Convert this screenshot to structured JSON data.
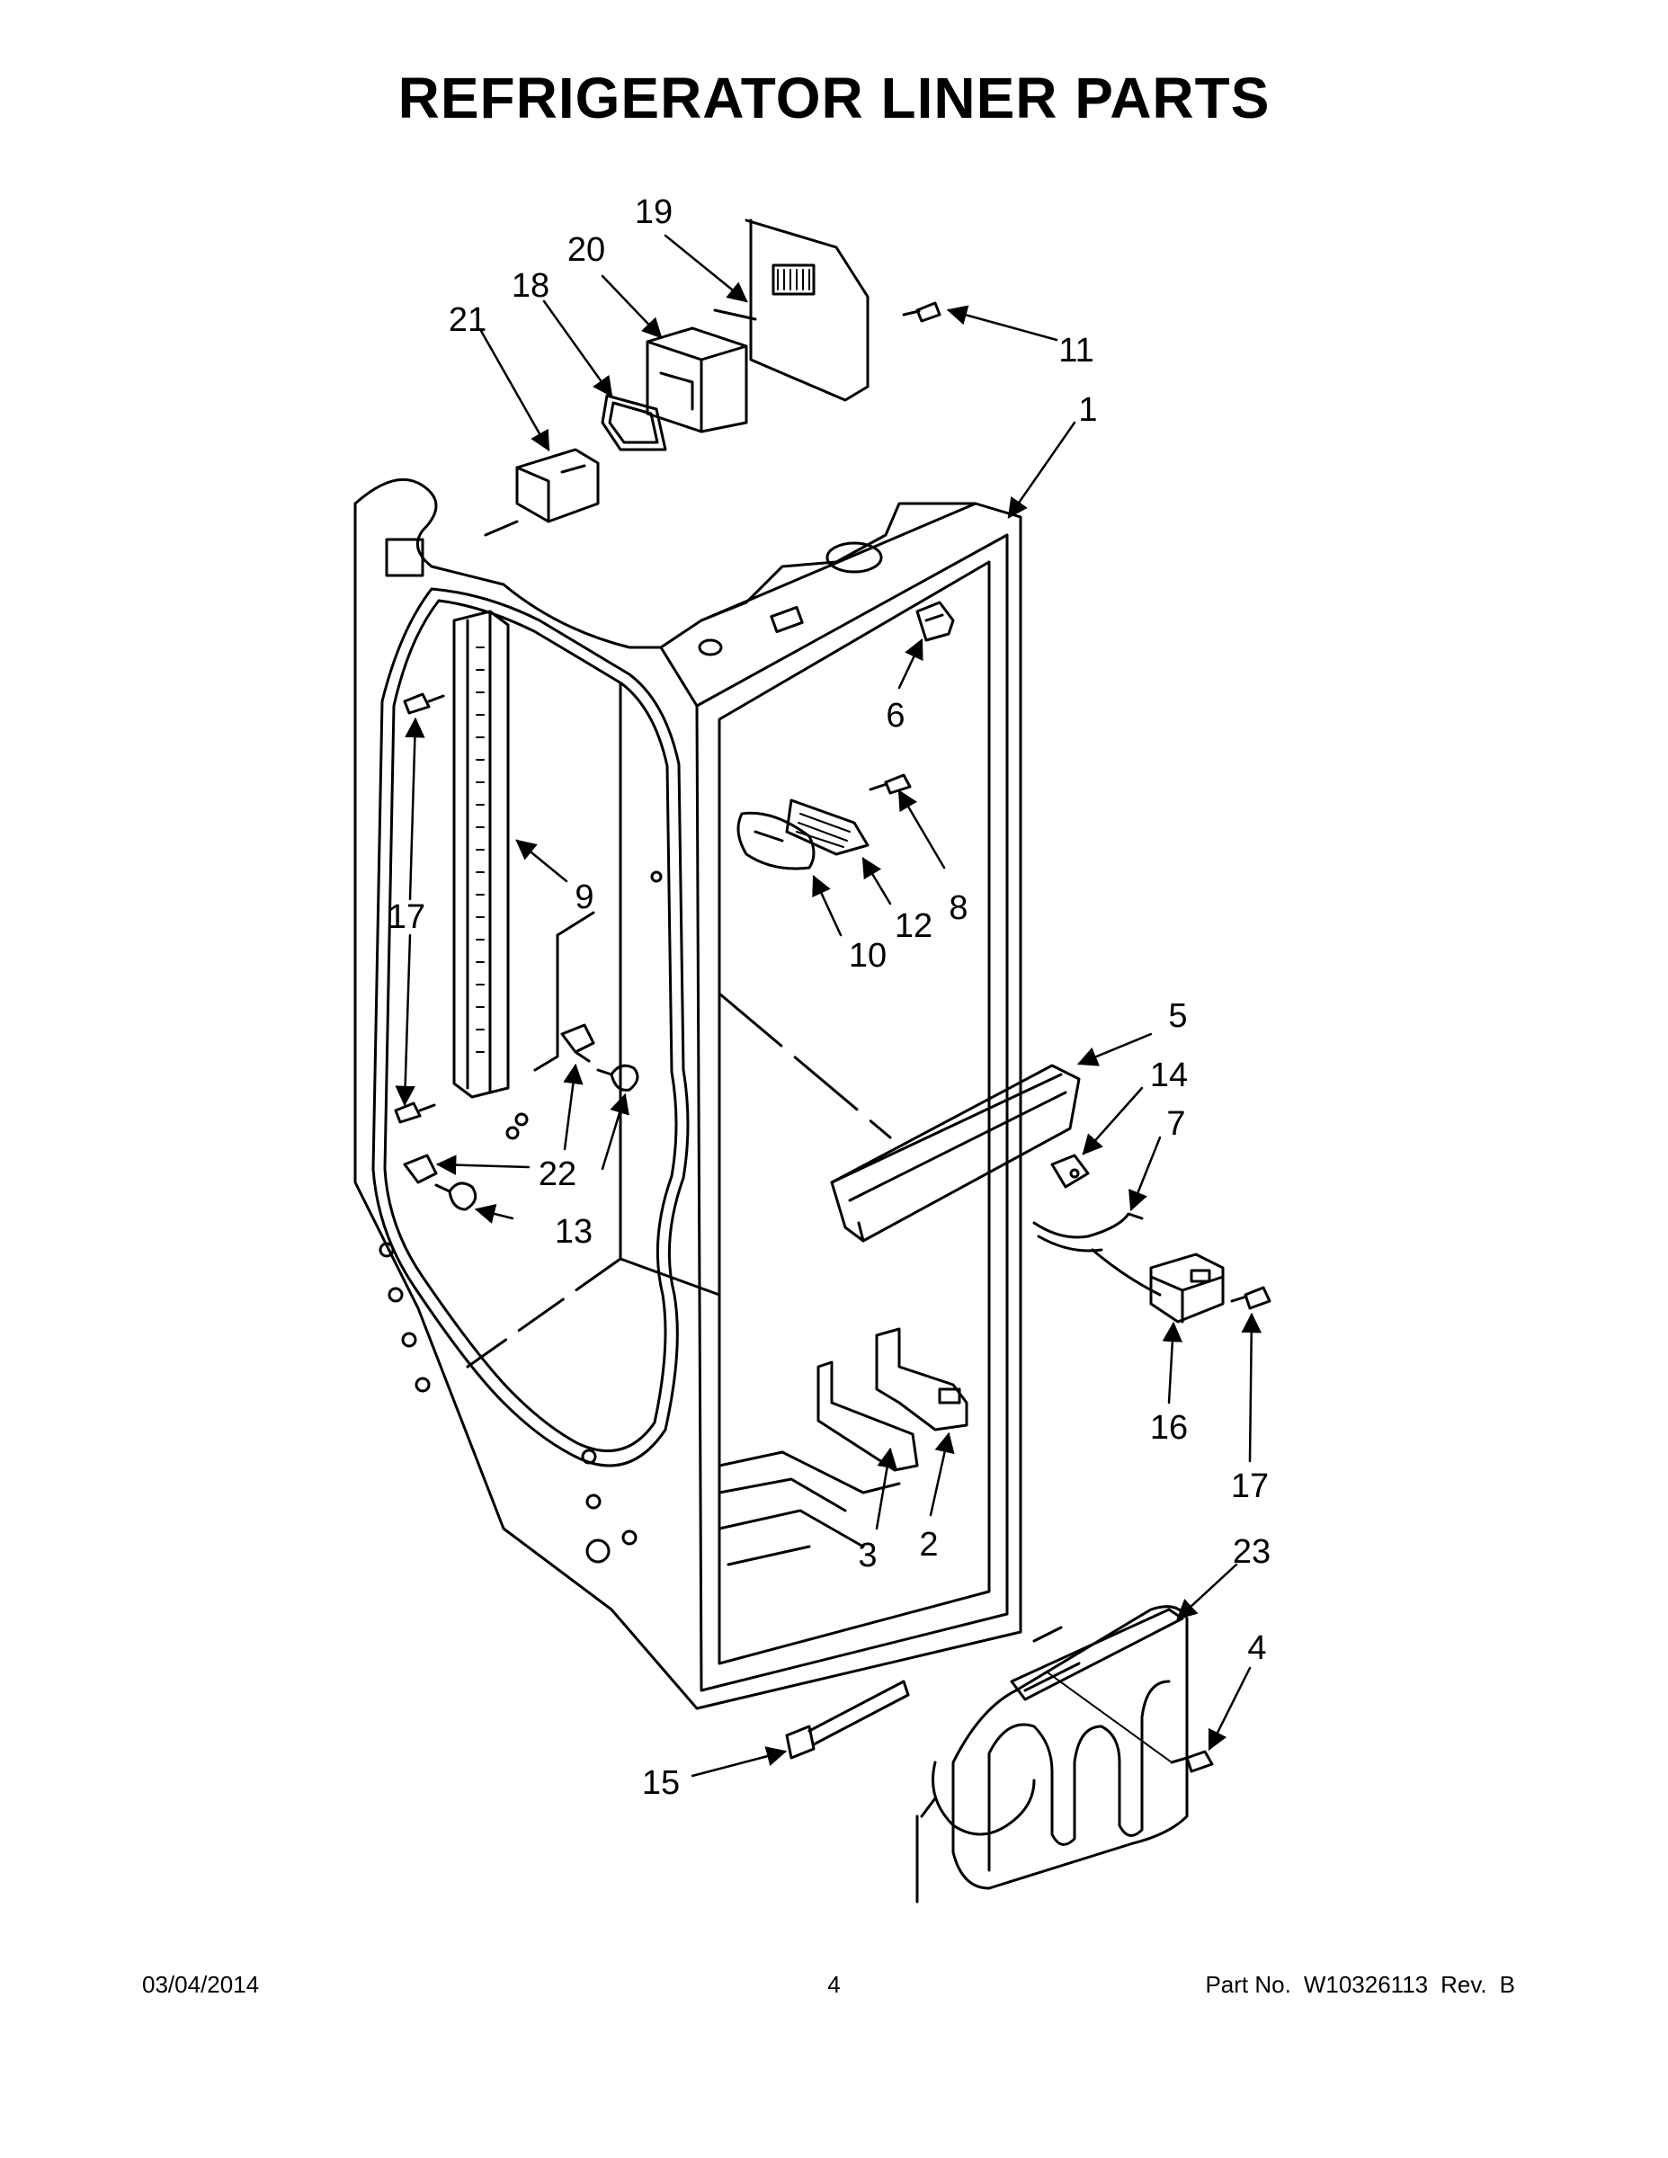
{
  "title": "REFRIGERATOR LINER PARTS",
  "callouts": [
    "1",
    "2",
    "3",
    "4",
    "5",
    "6",
    "7",
    "8",
    "9",
    "10",
    "11",
    "12",
    "13",
    "14",
    "15",
    "16",
    "17",
    "18",
    "19",
    "20",
    "21",
    "22",
    "23"
  ],
  "footer": {
    "date": "03/04/2014",
    "page": "4",
    "part_label": "Part No.",
    "part_number": "W10326113",
    "rev_label": "Rev.",
    "rev": "B"
  }
}
